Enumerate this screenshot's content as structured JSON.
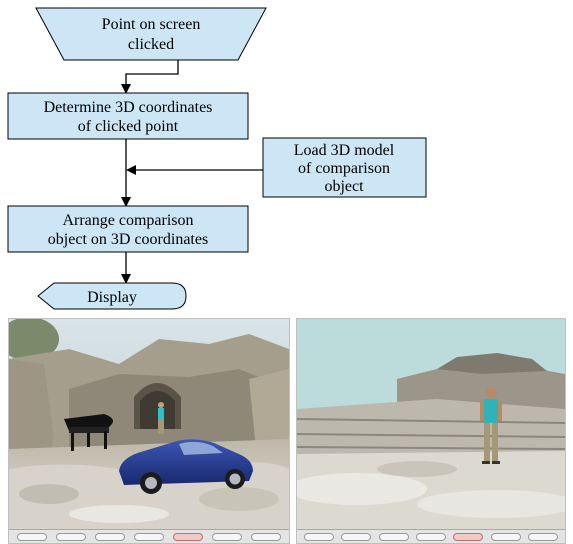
{
  "flowchart": {
    "start": [
      "Point on screen",
      "clicked"
    ],
    "step1": [
      "Determine 3D coordinates",
      "of clicked point"
    ],
    "side": [
      "Load 3D model",
      "of comparison",
      "object"
    ],
    "step2": [
      "Arrange comparison",
      "object on 3D coordinates"
    ],
    "end": "Display"
  },
  "colors": {
    "box_fill": "#cde6f5",
    "box_stroke": "#000000"
  },
  "screenshots": [
    {
      "scene": "ruins with piano, person and car comparison objects",
      "toolbar_buttons": 7
    },
    {
      "scene": "ruins steps with person comparison object",
      "toolbar_buttons": 7
    }
  ]
}
